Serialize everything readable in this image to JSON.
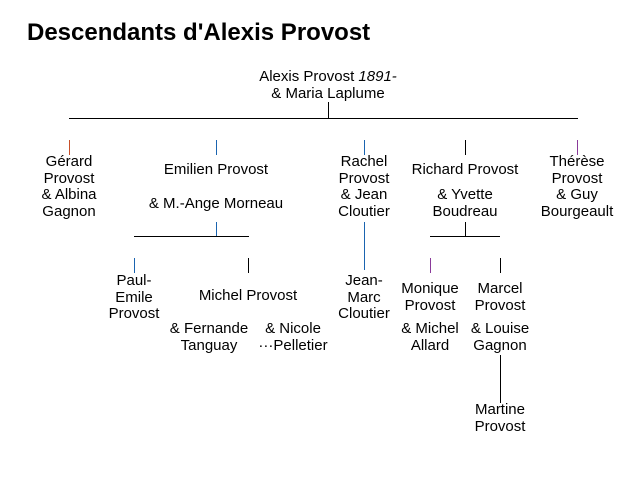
{
  "title": "Descendants d'Alexis Provost",
  "root": {
    "name": "Alexis Provost",
    "year": "1891-",
    "spouse": "& Maria Laplume"
  },
  "children": [
    {
      "lines": [
        "Gérard",
        "Provost",
        "& Albina",
        "Gagnon"
      ],
      "color": "#c8502a"
    },
    {
      "name": "Emilien Provost",
      "spouse": "& M.-Ange Morneau",
      "color": "#1a64b0"
    },
    {
      "lines": [
        "Rachel",
        "Provost",
        "& Jean",
        "Cloutier"
      ],
      "color": "#1a64b0"
    },
    {
      "name": "Richard Provost",
      "spouse_lines": [
        "& Yvette",
        "Boudreau"
      ],
      "color": "#1a64b0"
    },
    {
      "lines": [
        "Thérèse",
        "Provost",
        "& Guy",
        "Bourgeault"
      ],
      "color": "#8a3a9a"
    }
  ],
  "grandchildren": {
    "paul_emile": [
      "Paul-",
      "Emile",
      "Provost"
    ],
    "michel": {
      "name": "Michel Provost",
      "spouse1": [
        "& Fernande",
        "Tanguay"
      ],
      "spouse2": [
        "& Nicole",
        "···Pelletier"
      ]
    },
    "jean_marc": [
      "Jean-",
      "Marc",
      "Cloutier"
    ],
    "monique": {
      "lines": [
        "Monique",
        "Provost"
      ],
      "spouse": [
        "& Michel",
        "Allard"
      ]
    },
    "marcel": {
      "lines": [
        "Marcel",
        "Provost"
      ],
      "spouse": [
        "& Louise",
        "Gagnon"
      ]
    }
  },
  "great_grandchildren": {
    "martine": [
      "Martine",
      "Provost"
    ]
  }
}
